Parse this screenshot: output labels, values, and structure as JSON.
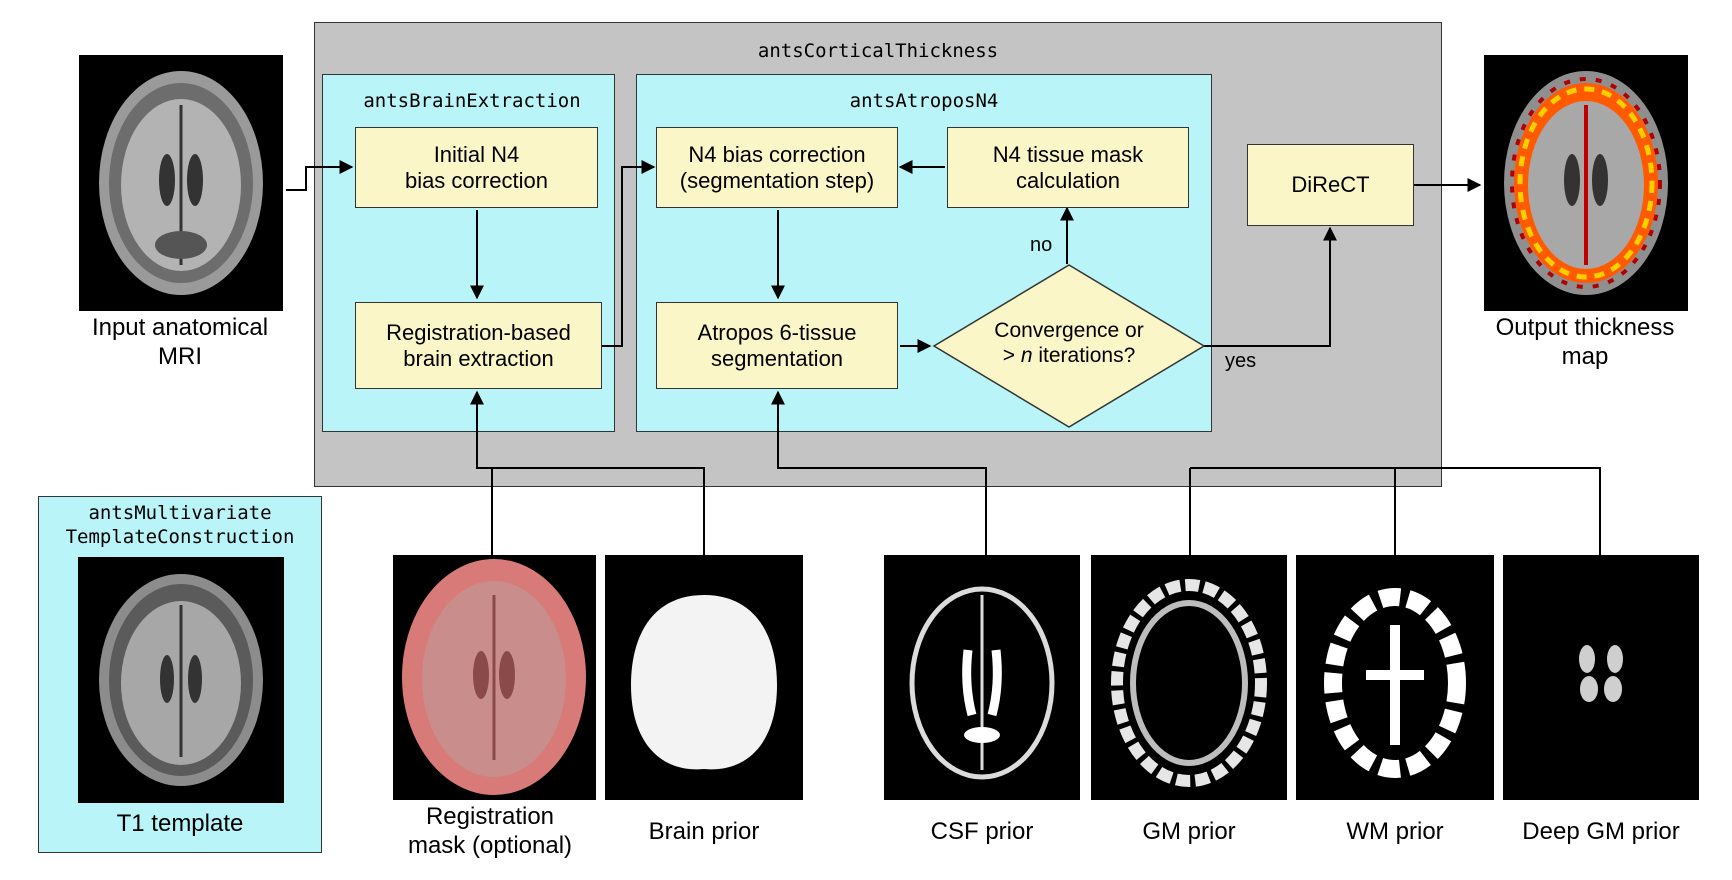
{
  "pipeline": {
    "outer_title": "antsCorticalThickness",
    "brain_extraction_title": "antsBrainExtraction",
    "atropos_title": "antsAtroposN4",
    "template_title_line1": "antsMultivariate",
    "template_title_line2": "TemplateConstruction"
  },
  "steps": {
    "initial_n4": "Initial N4\nbias correction",
    "registration": "Registration-based\nbrain extraction",
    "n4_seg": "N4 bias correction\n(segmentation step)",
    "tissue_mask": "N4 tissue mask\ncalculation",
    "atropos": "Atropos 6-tissue\nsegmentation",
    "convergence_line1": "Convergence or",
    "convergence_line2_pre": "> ",
    "convergence_line2_n": "n",
    "convergence_line2_post": " iterations?",
    "direct": "DiReCT"
  },
  "edges": {
    "no": "no",
    "yes": "yes"
  },
  "images": {
    "input": "Input anatomical\nMRI",
    "output": "Output thickness\nmap",
    "template": "T1 template",
    "reg_mask": "Registration\nmask (optional)",
    "brain_prior": "Brain prior",
    "csf_prior": "CSF prior",
    "gm_prior": "GM prior",
    "wm_prior": "WM prior",
    "deep_gm_prior": "Deep GM prior"
  },
  "colors": {
    "outer_bg": "#c4c4c4",
    "module_bg": "#b8f4f8",
    "step_bg": "#fbf6c8",
    "mask_red": "#d87a78",
    "thickness_hot": "#ff5a00"
  }
}
